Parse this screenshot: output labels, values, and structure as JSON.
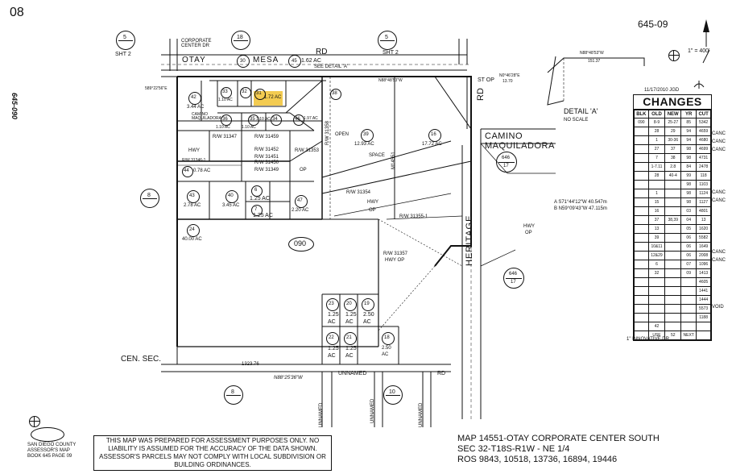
{
  "sheet": {
    "corner_number": "08",
    "sheet_id": "645-09",
    "side_label": "645-090"
  },
  "roads": {
    "otay": "OTAY",
    "mesa": "MESA",
    "rd": "RD",
    "rd_acres": "1.62 AC",
    "see_detail": "SEE DETAIL 'A'",
    "corporate_center_dr": "CORPORATE CENTER DR",
    "camino_maquiladora": "CAMINO MAQUILADORA",
    "heritage_rd": "HERITAGE",
    "unnamed_rd": "UNNAMED",
    "st_op": "ST OP",
    "cen_sec": "CEN. SEC.",
    "innovative_dr": "1\" INNOVATIVE DR"
  },
  "sheet_refs": [
    {
      "num": "5",
      "label": "SHT 2"
    },
    {
      "num": "18",
      "label": ""
    },
    {
      "num": "5",
      "label": "SHT 2"
    },
    {
      "num": "646",
      "label": "17"
    },
    {
      "num": "646",
      "label": "17"
    },
    {
      "num": "8",
      "label": ""
    },
    {
      "num": "8",
      "label": ""
    },
    {
      "num": "10",
      "label": ""
    }
  ],
  "parcels": [
    {
      "num": "42",
      "area": "3.44 AC"
    },
    {
      "num": "33",
      "area": "1.10 AC"
    },
    {
      "num": "32",
      "area": ""
    },
    {
      "num": "31",
      "area": "1.72 AC"
    },
    {
      "num": "36",
      "area": "1.10 AC"
    },
    {
      "num": "35",
      "area": "1.10 AC"
    },
    {
      "num": "34",
      "area": "1.10 AC"
    },
    {
      "num": "46",
      "area": "1.97 AC"
    },
    {
      "num": "38",
      "area": "AC"
    },
    {
      "num": "39",
      "area": "12.93 AC"
    },
    {
      "num": "16",
      "area": "17.72 AC"
    },
    {
      "num": "44",
      "area": "0.78 AC"
    },
    {
      "num": "43",
      "area": "2.78 AC"
    },
    {
      "num": "40",
      "area": "3.45 AC"
    },
    {
      "num": "6",
      "area": "1.25 AC"
    },
    {
      "num": "7",
      "area": "1.25 AC"
    },
    {
      "num": "47",
      "area": "2.20 AC"
    },
    {
      "num": "24",
      "area": "40.00 AC"
    },
    {
      "num": "23",
      "area": "1.25 AC"
    },
    {
      "num": "20",
      "area": "1.25 AC"
    },
    {
      "num": "19",
      "area": "2.50 AC"
    },
    {
      "num": "22",
      "area": "1.25 AC"
    },
    {
      "num": "21",
      "area": "1.25 AC"
    },
    {
      "num": "18",
      "area": "2.50 AC"
    },
    {
      "num": "090",
      "area": ""
    }
  ],
  "right_of_way": [
    "R/W 31347",
    "R/W 31459",
    "R/W 31452",
    "R/W 31451",
    "R/W 31450",
    "R/W 31353",
    "R/W 31349",
    "R/W 31354",
    "R/W 31355-1",
    "R/W 31357",
    "R/W 31346-1",
    "R/W 31358",
    "M14551"
  ],
  "labels": {
    "hwy": "HWY",
    "op": "OP",
    "open": "OPEN",
    "space": "SPACE",
    "hwy_op": "HWY OP",
    "camino_maq_small": "CAMINO MAQUILADORA"
  },
  "detail": {
    "title": "DETAIL 'A'",
    "scale": "NO SCALE",
    "bearing1": "N88°48'53\"W",
    "dist1": "151.37",
    "bearing2": "N0°46'28\"E",
    "dist2": "13.70"
  },
  "scale_note": "1\" = 400'",
  "date_note": "11/17/2010 JGD",
  "curve_note": {
    "a": "A  S71°44'12\"W  40.547m",
    "b": "B  N59°09'43\"W  47.115m"
  },
  "changes": {
    "title": "CHANGES",
    "headers": [
      "BLK",
      "OLD",
      "NEW",
      "YR",
      "CUT"
    ],
    "rows": [
      [
        "090",
        "8-9",
        "25-27",
        "85",
        "5342"
      ],
      [
        "",
        "28",
        "29",
        "94",
        "4659"
      ],
      [
        "",
        "1",
        "30-36",
        "94",
        "4680"
      ],
      [
        "",
        "27",
        "37",
        "98",
        "4699"
      ],
      [
        "",
        "7",
        "38",
        "98",
        "4731"
      ],
      [
        "",
        "1-7.11",
        "2.8",
        "84",
        "2478"
      ],
      [
        "",
        "28",
        "40-4",
        "99",
        "118"
      ],
      [
        "",
        "",
        "",
        "98",
        "1103"
      ],
      [
        "",
        "1",
        "",
        "98",
        "1124"
      ],
      [
        "",
        "15",
        "",
        "98",
        "1127"
      ],
      [
        "",
        "16",
        "",
        "03",
        "4801"
      ],
      [
        "",
        "37",
        "38,39",
        "04",
        "13"
      ],
      [
        "",
        "13",
        "",
        "05",
        "1620"
      ],
      [
        "",
        "39",
        "",
        "06",
        "5582"
      ],
      [
        "",
        "10&11",
        "",
        "06",
        "1649"
      ],
      [
        "",
        "12&29",
        "",
        "06",
        "2008"
      ],
      [
        "",
        "6",
        "",
        "07",
        "1096"
      ],
      [
        "",
        "32",
        "",
        "09",
        "1413"
      ],
      [
        "",
        "",
        "",
        "",
        "4605"
      ],
      [
        "",
        "",
        "",
        "",
        "1441"
      ],
      [
        "",
        "",
        "",
        "",
        "1444"
      ],
      [
        "",
        "",
        "",
        "",
        "5573"
      ],
      [
        "",
        "",
        "",
        "",
        "1188"
      ],
      [
        "",
        "42",
        "",
        "",
        ""
      ],
      [
        "",
        "USE",
        "52",
        "NEXT",
        ""
      ]
    ],
    "cancel_label": "CANC",
    "void_label": "VOID"
  },
  "disclaimer": "THIS MAP WAS PREPARED FOR ASSESSMENT PURPOSES ONLY. NO LIABILITY IS ASSUMED FOR THE ACCURACY OF THE DATA SHOWN. ASSESSOR'S PARCELS MAY NOT COMPLY WITH LOCAL SUBDIVISION OR BUILDING ORDINANCES.",
  "title_block": {
    "line1": "MAP 14551-OTAY CORPORATE CENTER SOUTH",
    "line2": "SEC 32-T18S-R1W - NE 1/4",
    "line3": "ROS 9843, 10518, 13736, 16894, 19446"
  },
  "county": {
    "line1": "SAN DIEGO COUNTY",
    "line2": "ASSESSOR'S MAP",
    "line3": "BOOK 645 PAGE 09"
  },
  "bearings": {
    "b1": "N88°25'36\"W",
    "b2": "589°22'56\"E",
    "b3": "N88°48'53\"W",
    "d1": "1323.76"
  },
  "colors": {
    "highlight": "#f1c232",
    "ink": "#111111"
  }
}
